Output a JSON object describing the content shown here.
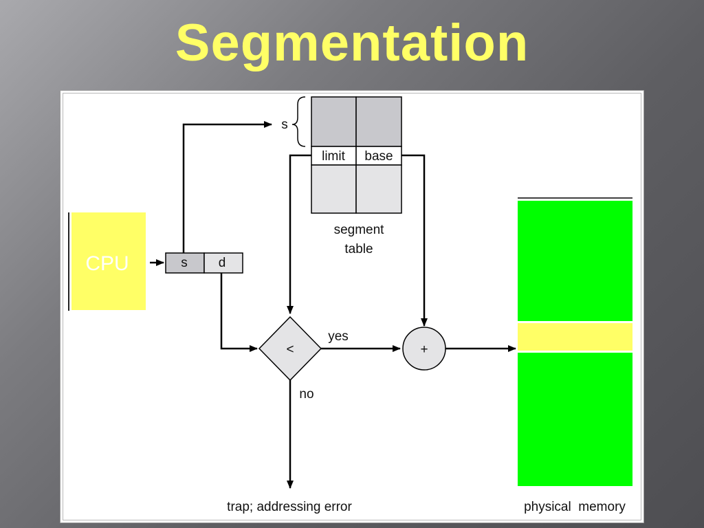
{
  "slide": {
    "title": "Segmentation"
  },
  "diagram": {
    "cpu_label": "CPU",
    "address_fields": [
      "s",
      "d"
    ],
    "segment_index_label": "s",
    "table_columns": [
      "limit",
      "base"
    ],
    "table_caption_line1": "segment",
    "table_caption_line2": "table",
    "compare_symbol": "<",
    "add_symbol": "+",
    "yes_label": "yes",
    "no_label": "no",
    "trap_label": "trap; addressing error",
    "memory_label": "physical  memory"
  },
  "colors": {
    "title": "#ffff66",
    "cpu_fill": "#ffff66",
    "memory_fill": "#00ff00",
    "memory_segment_fill": "#ffff66",
    "table_selected_fill": "#c8c8cc",
    "table_fill": "#e4e4e6",
    "operator_fill": "#e4e4e6"
  }
}
